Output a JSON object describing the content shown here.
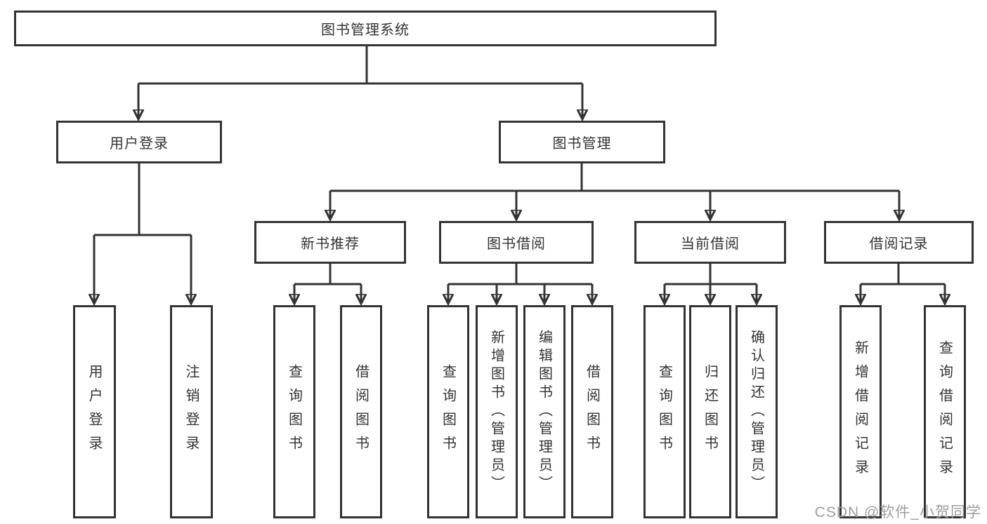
{
  "diagram": {
    "root": {
      "label": "图书管理系统"
    },
    "level2": [
      {
        "label": "用户登录"
      },
      {
        "label": "图书管理"
      }
    ],
    "level3": [
      {
        "label": "新书推荐"
      },
      {
        "label": "图书借阅"
      },
      {
        "label": "当前借阅"
      },
      {
        "label": "借阅记录"
      }
    ],
    "leaves": [
      {
        "label": "用户登录",
        "parent": "用户登录"
      },
      {
        "label": "注销登录",
        "parent": "用户登录"
      },
      {
        "label": "查询图书",
        "parent": "新书推荐"
      },
      {
        "label": "借阅图书",
        "parent": "新书推荐"
      },
      {
        "label": "查询图书",
        "parent": "图书借阅"
      },
      {
        "label": "新增图书（管理员）",
        "parent": "图书借阅"
      },
      {
        "label": "编辑图书（管理员）",
        "parent": "图书借阅"
      },
      {
        "label": "借阅图书",
        "parent": "图书借阅"
      },
      {
        "label": "查询图书",
        "parent": "当前借阅"
      },
      {
        "label": "归还图书",
        "parent": "当前借阅"
      },
      {
        "label": "确认归还（管理员）",
        "parent": "当前借阅"
      },
      {
        "label": "新增借阅记录",
        "parent": "借阅记录"
      },
      {
        "label": "查询借阅记录",
        "parent": "借阅记录"
      }
    ]
  },
  "watermark": "CSDN @软件_小贺同学",
  "colors": {
    "line": "#333333",
    "box_border": "#333333",
    "text": "#333333",
    "watermark": "#9e9e9e",
    "background": "#ffffff"
  }
}
